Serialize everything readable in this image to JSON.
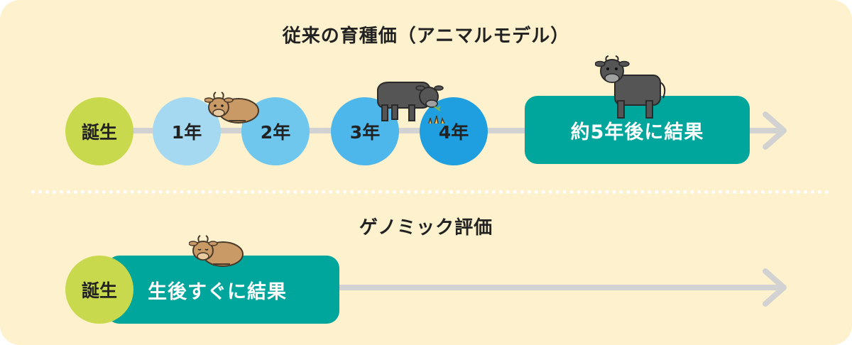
{
  "traditional": {
    "title": "従来の育種価（アニマルモデル）",
    "birth_label": "誕生",
    "years": [
      "1年",
      "2年",
      "3年",
      "4年"
    ],
    "result_label": "約5年後に結果"
  },
  "genomic": {
    "title": "ゲノミック評価",
    "birth_label": "誕生",
    "result_label": "生後すぐに結果"
  },
  "colors": {
    "background": "#fdf2cd",
    "birth": "#c8d94d",
    "result": "#00a59b",
    "year_1": "#a5d9f2",
    "year_2": "#6fc7ee",
    "year_3": "#4db6ea",
    "year_4": "#1f9fe0",
    "track": "#d2d2d2"
  }
}
